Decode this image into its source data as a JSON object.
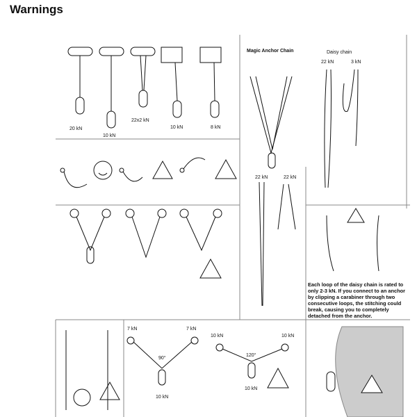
{
  "title": "Warnings",
  "sling_strengths": [
    "20 kN",
    "10 kN",
    "22x2 kN",
    "10 kN",
    "8 kN"
  ],
  "magic_anchor": {
    "title": "Magic Anchor Chain",
    "loads": [
      "22 kN",
      "22 kN"
    ]
  },
  "daisy": {
    "title": "Daisy chain",
    "loads": [
      "22 kN",
      "3 kN"
    ],
    "note": "Each loop of the daisy chain is rated to only 2-3 kN. If you connect to an anchor by clipping a carabiner through two consecutive loops, the stitching could break, causing you to completely detached from the anchor."
  },
  "angles": {
    "left": {
      "angle": "90°",
      "side_left": "7 kN",
      "side_right": "7 kN",
      "result": "10 kN"
    },
    "right": {
      "angle": "120°",
      "side_left": "10 kN",
      "side_right": "10 kN",
      "result": "10 kN"
    }
  },
  "colors": {
    "ink": "#111111",
    "rock": "#cccccc"
  }
}
